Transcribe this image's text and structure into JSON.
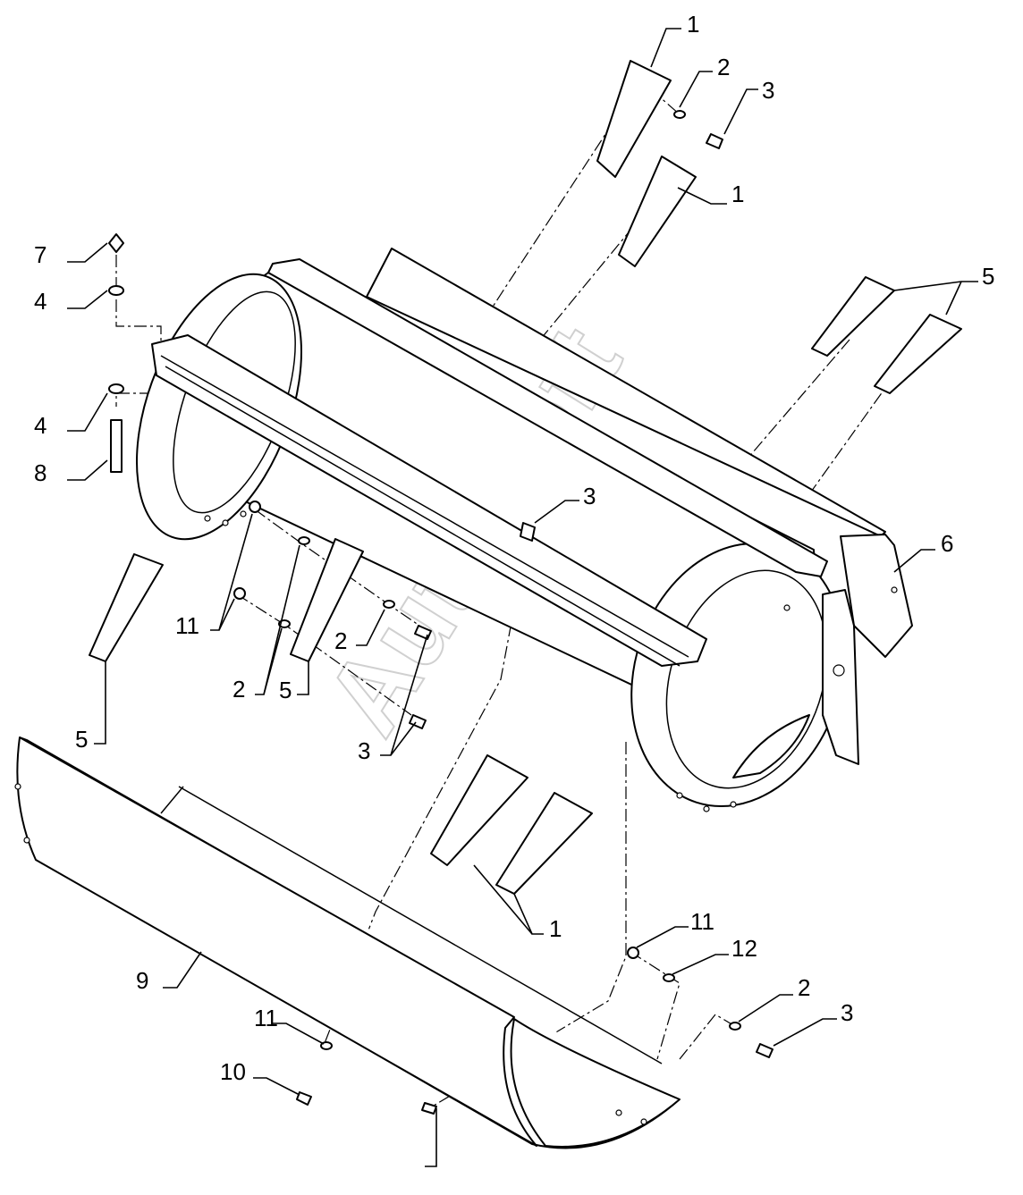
{
  "diagram": {
    "watermark": "AutoSoft",
    "callouts": [
      {
        "id": "c1a",
        "text": "1"
      },
      {
        "id": "c2a",
        "text": "2"
      },
      {
        "id": "c3a",
        "text": "3"
      },
      {
        "id": "c1b",
        "text": "1"
      },
      {
        "id": "c7",
        "text": "7"
      },
      {
        "id": "c4a",
        "text": "4"
      },
      {
        "id": "c5a",
        "text": "5"
      },
      {
        "id": "c4b",
        "text": "4"
      },
      {
        "id": "c8",
        "text": "8"
      },
      {
        "id": "c3b",
        "text": "3"
      },
      {
        "id": "c6",
        "text": "6"
      },
      {
        "id": "c11a",
        "text": "11"
      },
      {
        "id": "c2b",
        "text": "2"
      },
      {
        "id": "c2c",
        "text": "2"
      },
      {
        "id": "c5b",
        "text": "5"
      },
      {
        "id": "c5c",
        "text": "5"
      },
      {
        "id": "c3c",
        "text": "3"
      },
      {
        "id": "c1c",
        "text": "1"
      },
      {
        "id": "c11b",
        "text": "11"
      },
      {
        "id": "c12",
        "text": "12"
      },
      {
        "id": "c9",
        "text": "9"
      },
      {
        "id": "c2d",
        "text": "2"
      },
      {
        "id": "c3d",
        "text": "3"
      },
      {
        "id": "c11c",
        "text": "11"
      },
      {
        "id": "c10",
        "text": "10"
      }
    ]
  }
}
